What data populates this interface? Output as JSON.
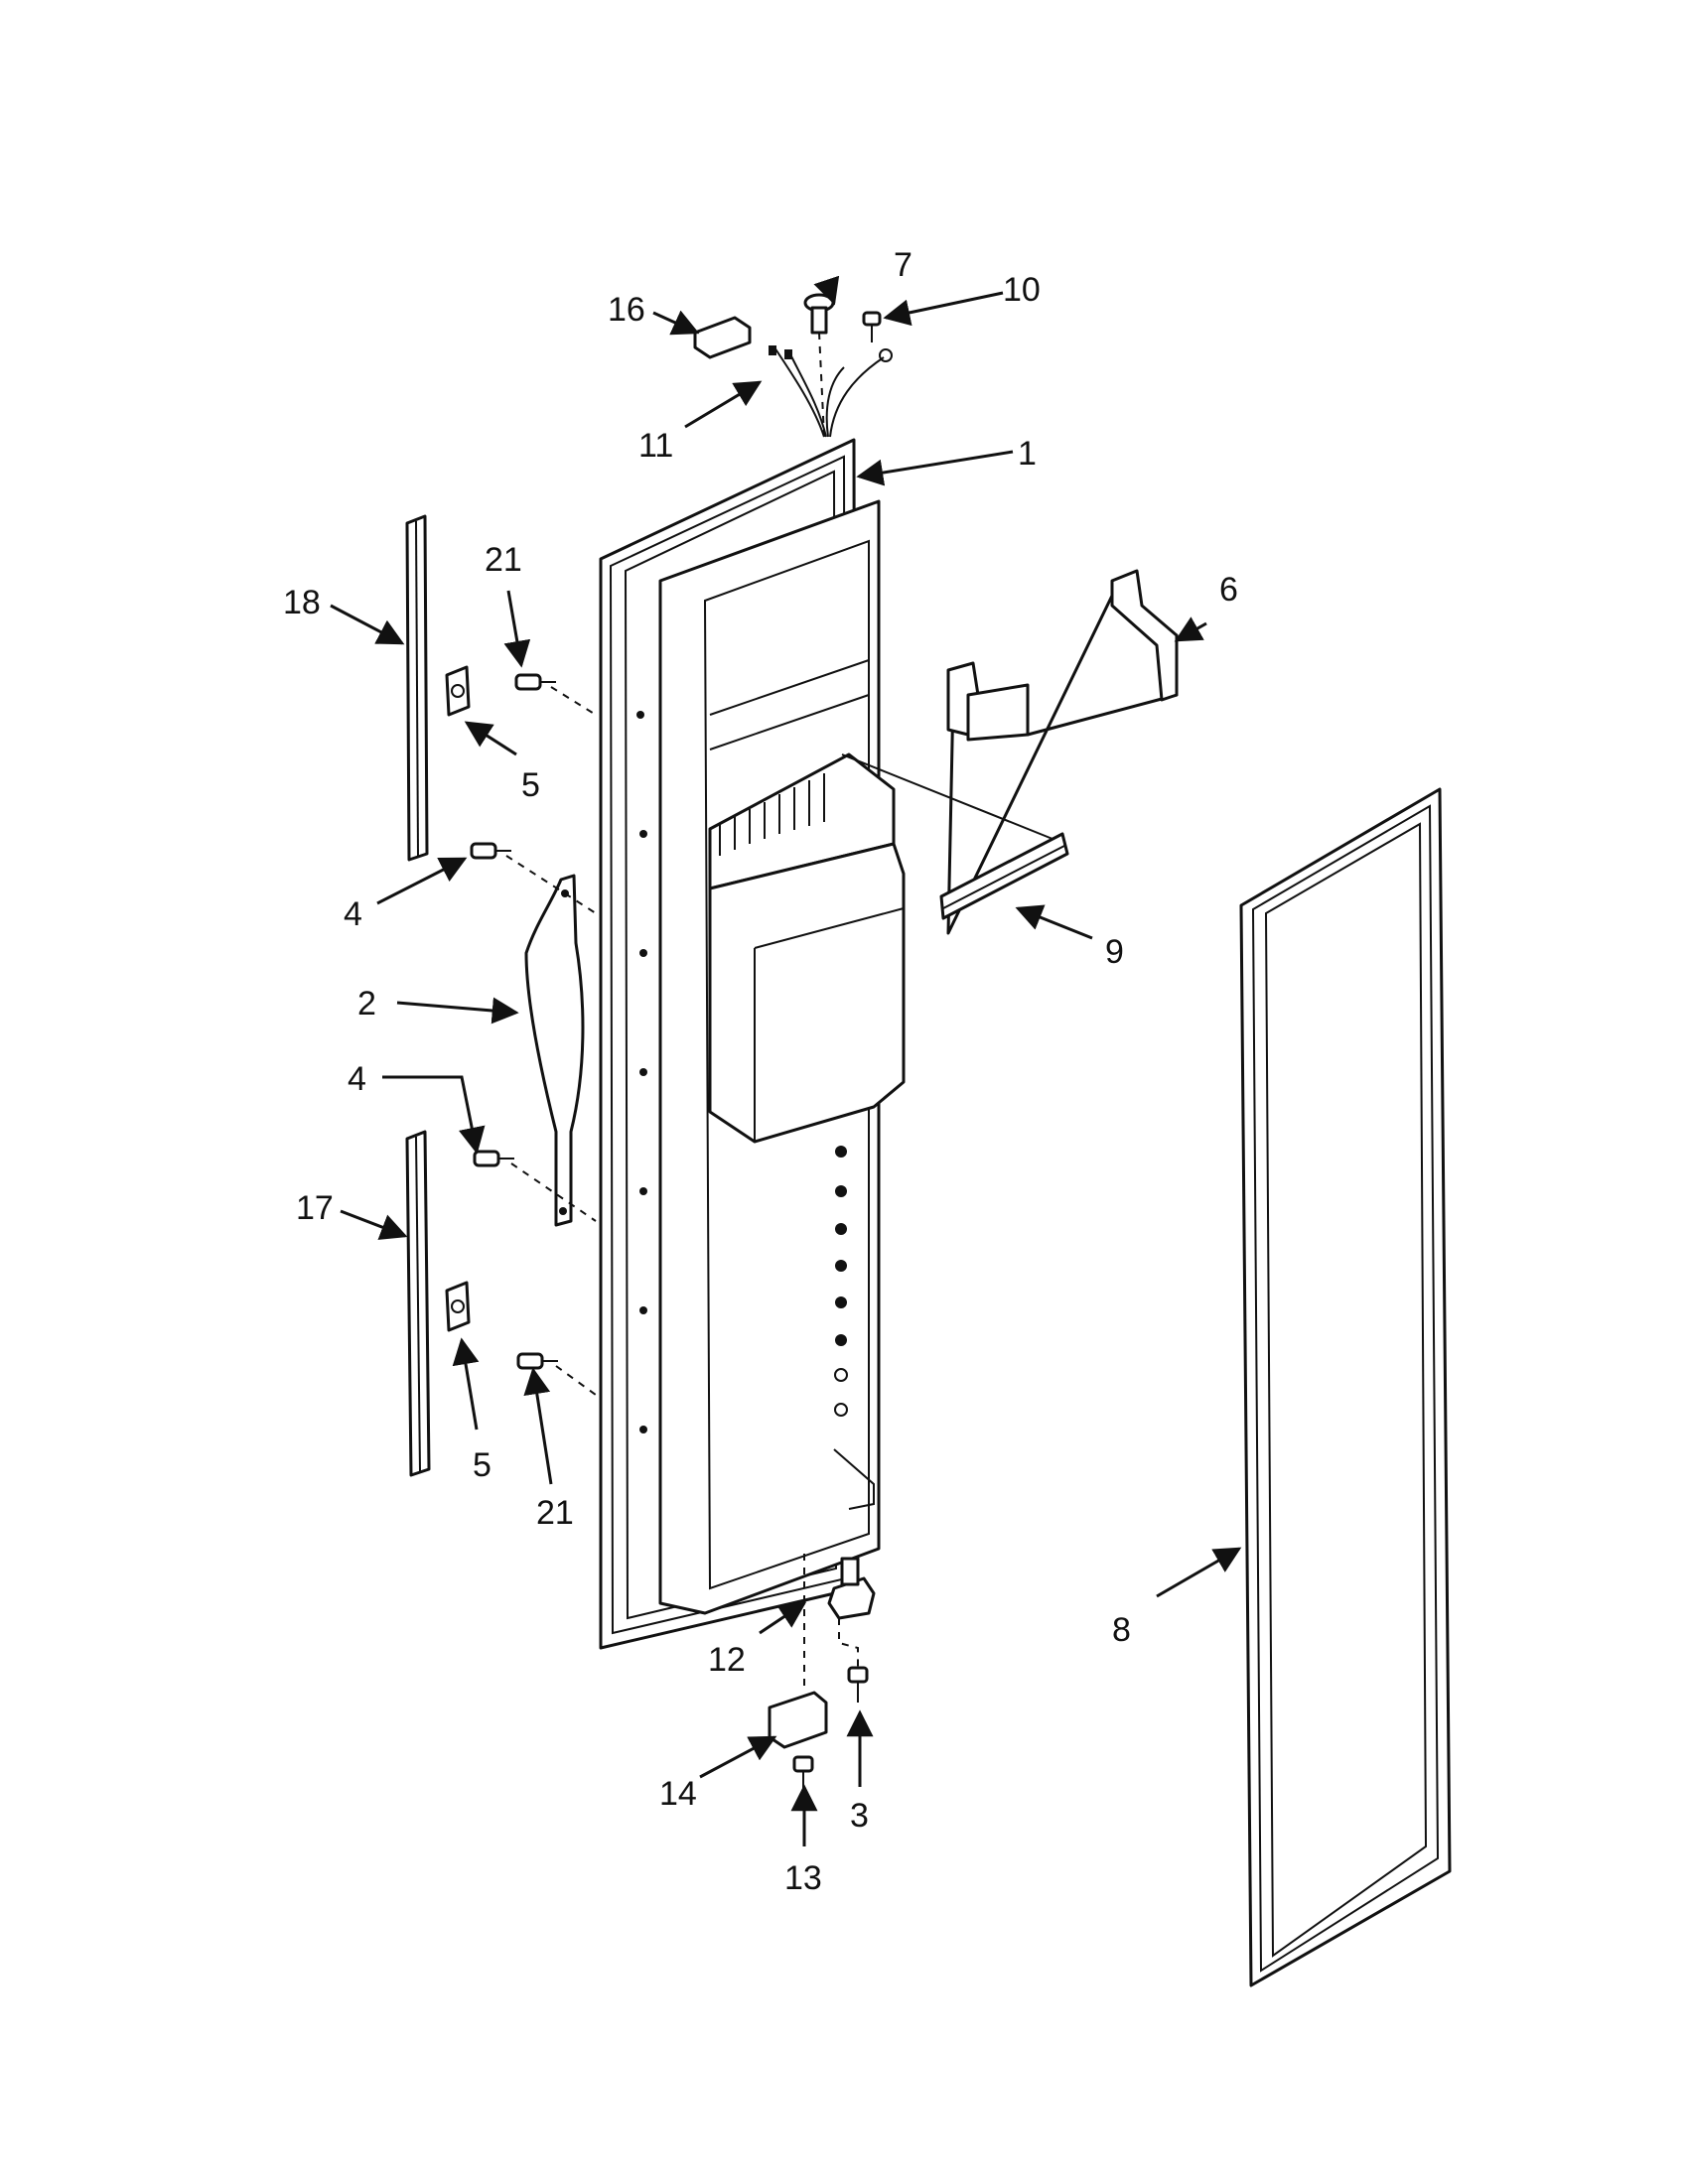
{
  "diagram": {
    "callouts": [
      {
        "id": "c1",
        "label": "1"
      },
      {
        "id": "c2",
        "label": "2"
      },
      {
        "id": "c3",
        "label": "3"
      },
      {
        "id": "c4a",
        "label": "4"
      },
      {
        "id": "c4b",
        "label": "4"
      },
      {
        "id": "c5a",
        "label": "5"
      },
      {
        "id": "c5b",
        "label": "5"
      },
      {
        "id": "c6",
        "label": "6"
      },
      {
        "id": "c7",
        "label": "7"
      },
      {
        "id": "c8",
        "label": "8"
      },
      {
        "id": "c9",
        "label": "9"
      },
      {
        "id": "c10",
        "label": "10"
      },
      {
        "id": "c11",
        "label": "11"
      },
      {
        "id": "c12",
        "label": "12"
      },
      {
        "id": "c13",
        "label": "13"
      },
      {
        "id": "c14",
        "label": "14"
      },
      {
        "id": "c16",
        "label": "16"
      },
      {
        "id": "c17",
        "label": "17"
      },
      {
        "id": "c18",
        "label": "18"
      },
      {
        "id": "c21a",
        "label": "21"
      },
      {
        "id": "c21b",
        "label": "21"
      }
    ]
  }
}
